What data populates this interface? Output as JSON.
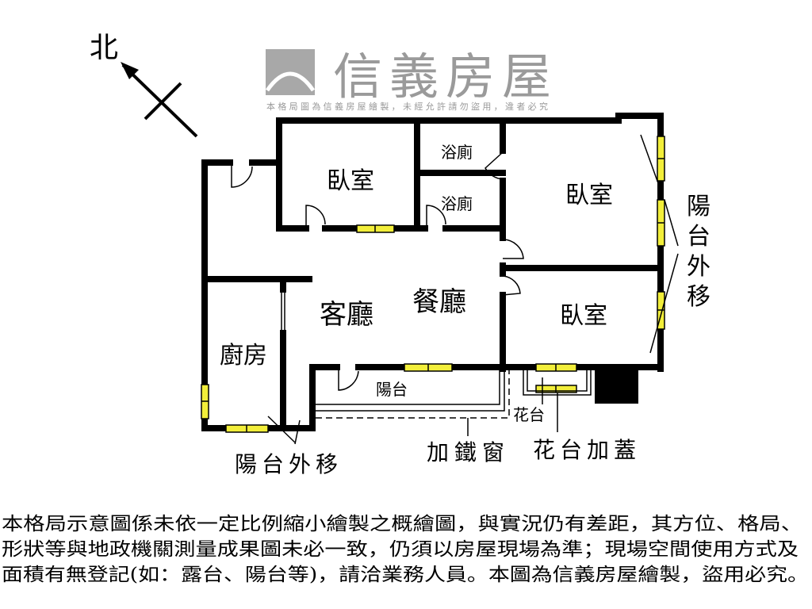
{
  "compass": {
    "label": "北"
  },
  "rooms": {
    "bedroom_1": "臥室",
    "bedroom_2": "臥室",
    "bedroom_3": "臥室",
    "bathroom_1": "浴廁",
    "bathroom_2": "浴廁",
    "living": "客廳",
    "dining": "餐廳",
    "kitchen": "廚房",
    "balcony": "陽台",
    "planter": "花台"
  },
  "annotations": {
    "balcony_moved_right": [
      "陽",
      "台",
      "外",
      "移"
    ],
    "balcony_moved_bottom": "陽台外移",
    "iron_window": "加鐵窗",
    "planter_covered": "花台加蓋"
  },
  "watermark": {
    "brand": "信義房屋",
    "notice": "本格局圖為信義房屋繪製，未經允許請勿盜用，違者必究"
  },
  "disclaimer": [
    "本格局示意圖係未依一定比例縮小繪製之概繪圖，與實況仍有差距，其方位、格局、",
    "形狀等與地政機關測量成果圖未必一致，仍須以房屋現場為準；現場空間使用方式及",
    "面積有無登記(如：露台、陽台等)，請洽業務人員。本圖為信義房屋繪製，盜用必究。"
  ],
  "colors": {
    "window": "#f2ee3a",
    "wall": "#000000",
    "watermark": "#9a9a9a"
  }
}
